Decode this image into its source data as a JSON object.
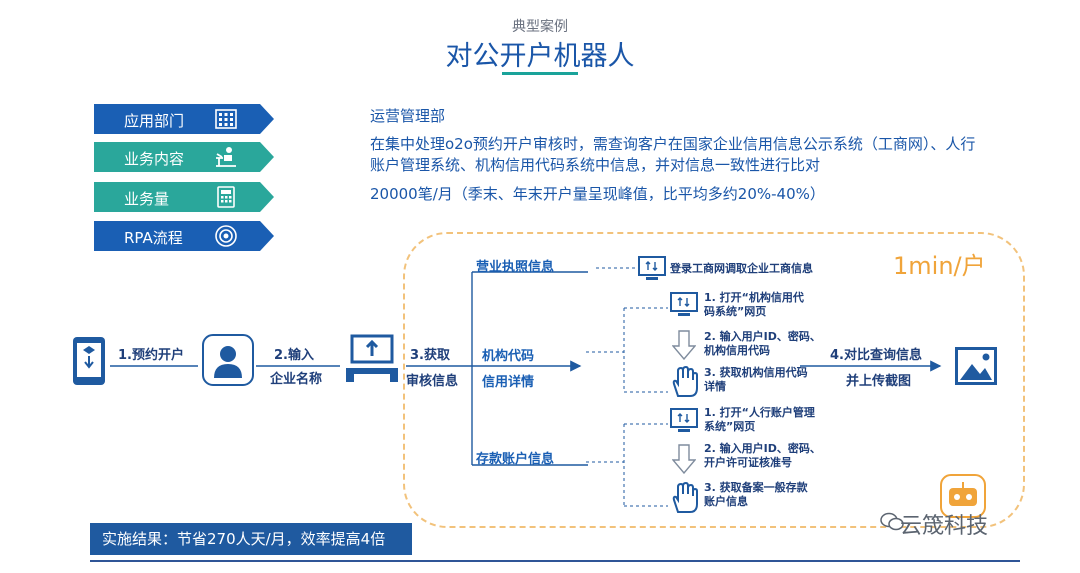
{
  "header": {
    "subtitle": "典型案例",
    "title": "对公开户机器人"
  },
  "tags": [
    {
      "label": "应用部门",
      "icon": "building-icon",
      "color": "#1a5fb4"
    },
    {
      "label": "业务内容",
      "icon": "worker-at-desk-icon",
      "color": "#2aa79b"
    },
    {
      "label": "业务量",
      "icon": "calculator-icon",
      "color": "#2aa79b"
    },
    {
      "label": "RPA流程",
      "icon": "target-icon",
      "color": "#1a5fb4"
    }
  ],
  "info": {
    "department": "运营管理部",
    "content_line1": "在集中处理o2o预约开户审核时，需查询客户在国家企业信用信息公示系统（工商网）、人行",
    "content_line2": "账户管理系统、机构信用代码系统中信息，并对信息一致性进行比对",
    "volume": "20000笔/月（季末、年末开户量呈现峰值，比平均多约20%-40%）"
  },
  "flow": {
    "rate": "1min/户",
    "step1": "1.预约开户",
    "step2_line1": "2.输入",
    "step2_line2": "企业名称",
    "step3_line1": "3.获取",
    "step3_line2": "审核信息",
    "branch_business_license": "营业执照信息",
    "branch_org_code_line1": "机构代码",
    "branch_org_code_line2": "信用详情",
    "branch_deposit": "存款账户信息",
    "license_step": "登录工商网调取企业工商信息",
    "org_steps": [
      [
        "1. 打开“机构信用代",
        "码系统”网页"
      ],
      [
        "2. 输入用户ID、密码、",
        "机构信用代码"
      ],
      [
        "3. 获取机构信用代码",
        "详情"
      ]
    ],
    "deposit_steps": [
      [
        "1. 打开“人行账户管理",
        "系统”网页"
      ],
      [
        "2. 输入用户ID、密码、",
        "开户许可证核准号"
      ],
      [
        "3. 获取备案一般存款",
        "账户信息"
      ]
    ],
    "step4_line1": "4.对比查询信息",
    "step4_line2": "并上传截图"
  },
  "result": "实施结果：节省270人天/月，效率提高4倍",
  "brand": "云筬科技",
  "colors": {
    "primary": "#1a5fb4",
    "teal": "#2aa79b",
    "orange": "#f0a43a",
    "dark_blue": "#1f5aa0"
  }
}
